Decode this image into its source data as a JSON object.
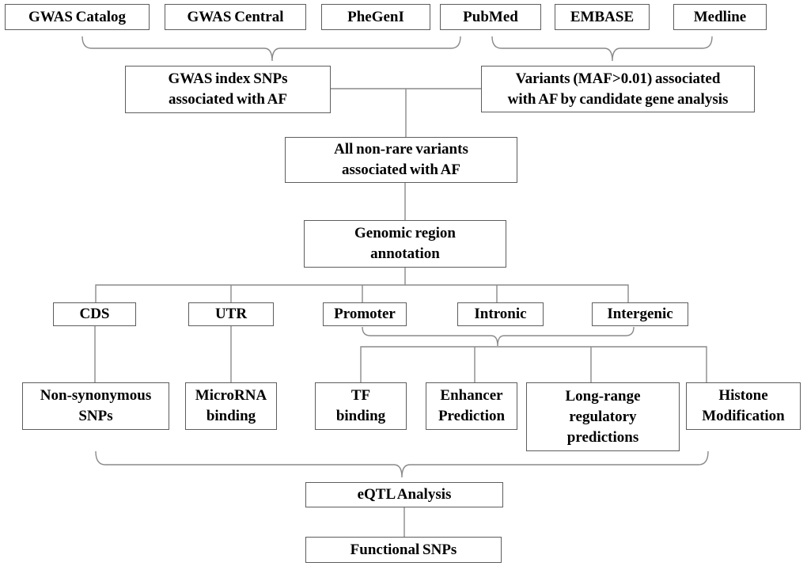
{
  "figure": {
    "type": "flowchart",
    "description": "Study workflow diagram for identifying functional SNPs associated with AF",
    "background_color": "#ffffff",
    "box_border_color": "#5d5d5d",
    "connector_color": "#8a8a8a",
    "text_color": "#000000"
  },
  "nodes": {
    "gwas_catalog": "GWAS Catalog",
    "gwas_central": "GWAS Central",
    "phegeni": "PheGenI",
    "pubmed": "PubMed",
    "embase": "EMBASE",
    "medline": "Medline",
    "gwas_index": "GWAS index SNPs\nassociated with AF",
    "variants": "Variants (MAF>0.01) associated\nwith AF by candidate gene analysis",
    "all_nonrare": "All non-rare variants\nassociated with AF",
    "genomic": "Genomic region\nannotation",
    "cds": "CDS",
    "utr": "UTR",
    "promoter": "Promoter",
    "intronic": "Intronic",
    "intergenic": "Intergenic",
    "nonsyn": "Non-synonymous\nSNPs",
    "microrna": "MicroRNA\nbinding",
    "tf": "TF\nbinding",
    "enhancer": "Enhancer\nPrediction",
    "longrange": "Long-range\nregulatory\npredictions",
    "histone": "Histone\nModification",
    "eqtl": "eQTL Analysis",
    "functional": "Functional SNPs"
  }
}
